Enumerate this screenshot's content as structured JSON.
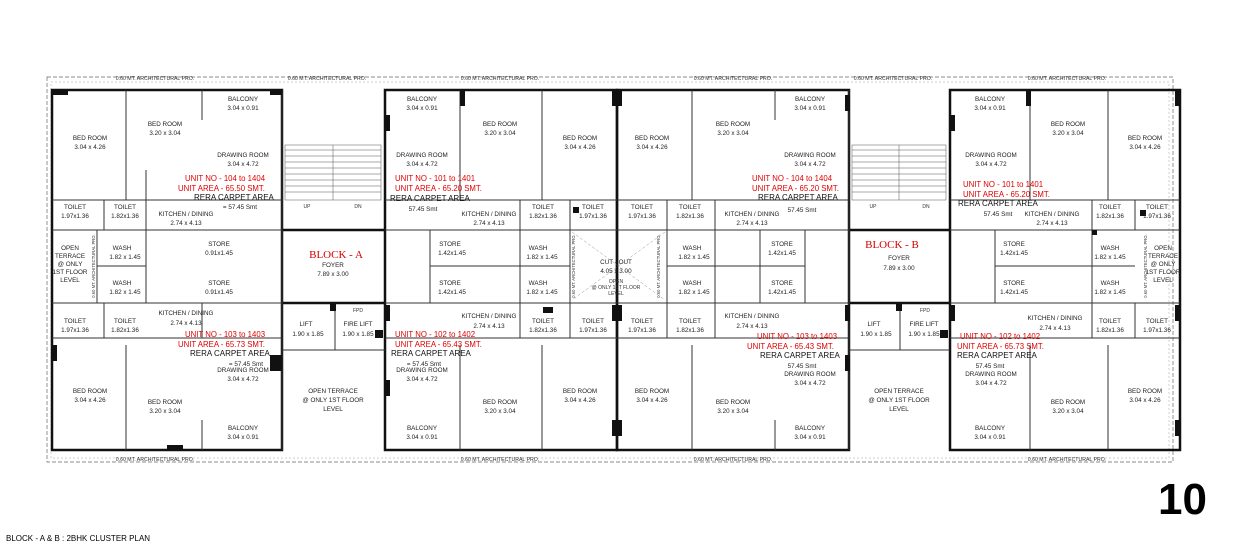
{
  "page_number": "10",
  "plan_title": "BLOCK - A & B : 2BHK CLUSTER PLAN",
  "architectural_projection": "0.60 MT. ARCHITECTURAL PRO.",
  "blocks": [
    {
      "name": "BLOCK - A",
      "foyer": "FOYER",
      "foyer_size": "7.89 x 3.00"
    },
    {
      "name": "BLOCK - B",
      "foyer": "FOYER",
      "foyer_size": "7.89 x 3.00"
    }
  ],
  "units": [
    {
      "unit_no": "UNIT NO - 104 to 1404",
      "unit_area": "UNIT AREA - 65.50 SMT.",
      "rera_label": "RERA CARPET AREA",
      "rera_value": "= 57.45 Smt"
    },
    {
      "unit_no": "UNIT NO - 101 to 1401",
      "unit_area": "UNIT AREA - 65.20 SMT.",
      "rera_label": "RERA CARPET AREA",
      "rera_value": "57.45 Smt"
    },
    {
      "unit_no": "UNIT NO - 103 to 1403",
      "unit_area": "UNIT AREA - 65.73 SMT.",
      "rera_label": "RERA CARPET AREA",
      "rera_value": "= 57.45 Smt"
    },
    {
      "unit_no": "UNIT NO - 102 to 1402",
      "unit_area": "UNIT AREA - 65.43 SMT.",
      "rera_label": "RERA CARPET AREA",
      "rera_value": "= 57.45 Smt"
    },
    {
      "unit_no": "UNIT NO - 104 to 1404",
      "unit_area": "UNIT AREA - 65.20 SMT.",
      "rera_label": "RERA CARPET AREA",
      "rera_value": "57.45 Smt"
    },
    {
      "unit_no": "UNIT NO - 101 to 1401",
      "unit_area": "UNIT AREA - 65.20 SMT.",
      "rera_label": "RERA CARPET AREA",
      "rera_value": "57.45 Smt"
    },
    {
      "unit_no": "UNIT NO - 103 to 1403",
      "unit_area": "UNIT AREA - 65.43 SMT.",
      "rera_label": "RERA CARPET AREA",
      "rera_value": "57.45 Smt"
    },
    {
      "unit_no": "UNIT NO - 102 to 1402",
      "unit_area": "UNIT AREA - 65.73 SMT.",
      "rera_label": "RERA CARPET AREA",
      "rera_value": "57.45 Smt"
    }
  ],
  "rooms": {
    "bed_room": "BED ROOM",
    "bed_room_a": "3.04 x 4.26",
    "bed_room_b": "3.20 x 3.04",
    "balcony": "BALCONY",
    "balcony_size": "3.04 x 0.91",
    "drawing_room": "DRAWING ROOM",
    "drawing_room_size": "3.04 x 4.72",
    "kitchen": "KITCHEN / DINING",
    "kitchen_size": "2.74 x 4.13",
    "toilet": "TOILET",
    "toilet_a": "1.97x1.36",
    "toilet_b": "1.82x1.36",
    "wash": "WASH",
    "wash_size": "1.82 x 1.45",
    "store": "STORE",
    "store_a": "0.91x1.45",
    "store_b": "1.42x1.45",
    "lift": "LIFT",
    "lift_size": "1.90 x 1.85",
    "fire_lift": "FIRE LIFT",
    "fire_lift_size": "1.90 x 1.85",
    "open_terrace_1": "OPEN TERRACE",
    "open_terrace_2": "@ ONLY 1ST FLOOR",
    "open_terrace_3": "LEVEL",
    "cutout": "CUT - OUT",
    "cutout_size": "4.05 x 3.00",
    "open_terrace_small_1": "OPEN",
    "open_terrace_small_2": "TERRACE",
    "open_terrace_small_3": "@ ONLY",
    "open_terrace_small_4": "1ST FLOOR",
    "open_terrace_small_5": "LEVEL",
    "up": "UP",
    "dn": "DN",
    "fpd": "FPD",
    "vertical_pro": "0.60 MT. ARCHITECTURAL PRO."
  }
}
